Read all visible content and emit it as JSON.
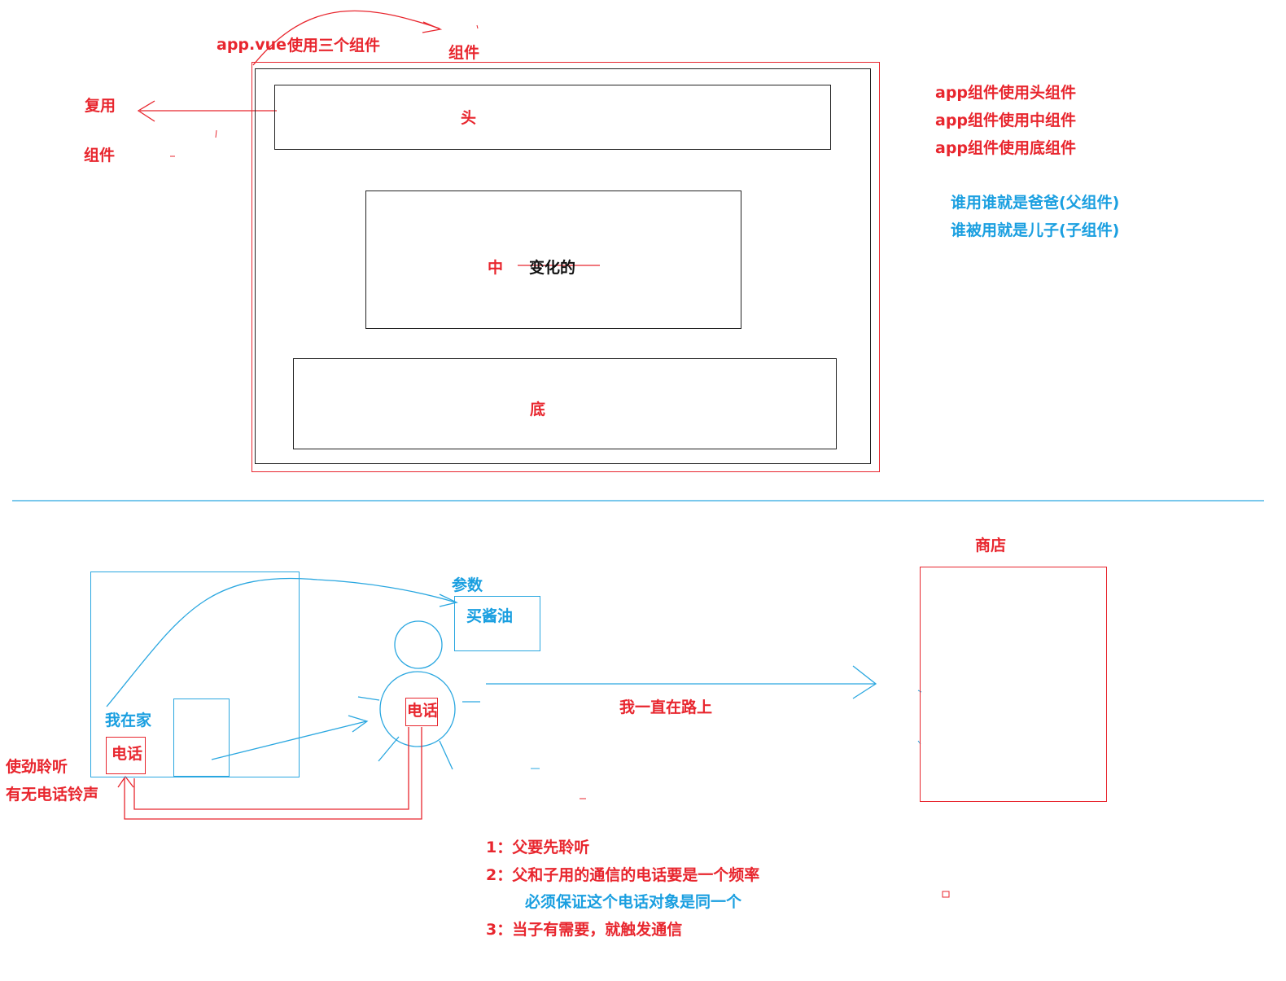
{
  "top_section": {
    "app_label": "app.vue",
    "uses_three": "使用三个组件",
    "component_word": "组件",
    "reuse_label": "复用",
    "left_component_label": "组件",
    "header_box": "头",
    "middle_box": "中",
    "changing_label": "变化的",
    "footer_box": "底",
    "notes_red": [
      "app组件使用头组件",
      "app组件使用中组件",
      "app组件使用底组件"
    ],
    "notes_blue": [
      "谁用谁就是爸爸(父组件)",
      "谁被用就是儿子(子组件)"
    ]
  },
  "bottom_section": {
    "shop_label": "商店",
    "param_label": "参数",
    "buy_soy_sauce": "买酱油",
    "home_label": "我在家",
    "phone_home": "电话",
    "phone_person": "电话",
    "listen_label": "使劲聆听",
    "ringtone_label": "有无电话铃声",
    "on_the_way": "我一直在路上",
    "steps": [
      "1：父要先聆听",
      "2：父和子用的通信的电话要是一个频率",
      "必须保证这个电话对象是同一个",
      "3：当子有需要，就触发通信"
    ]
  },
  "colors": {
    "red": "#e8262e",
    "blue": "#1a9fe0",
    "black": "#111111"
  }
}
